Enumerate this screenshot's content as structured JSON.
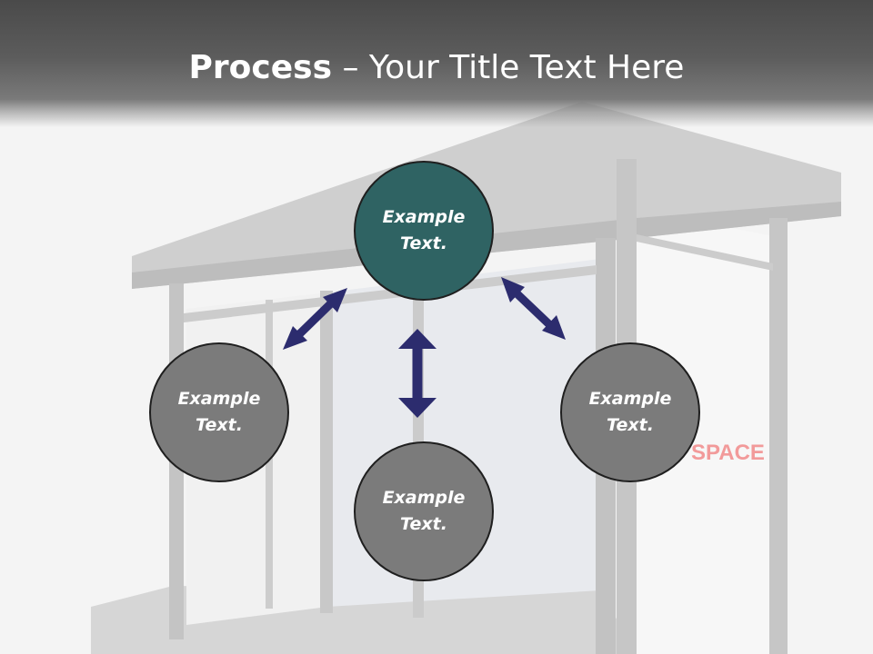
{
  "title": {
    "bold": "Process",
    "rest": " – Your Title Text Here"
  },
  "background_sign": "SPACE",
  "nodes": {
    "top": {
      "text": "Example\nText.",
      "color": "#2f6363"
    },
    "left": {
      "text": "Example\nText.",
      "color": "#7b7b7b"
    },
    "right": {
      "text": "Example\nText.",
      "color": "#7b7b7b"
    },
    "bottom": {
      "text": "Example\nText.",
      "color": "#7b7b7b"
    }
  },
  "colors": {
    "arrow": "#2c2c6e",
    "title_text": "#ffffff"
  }
}
